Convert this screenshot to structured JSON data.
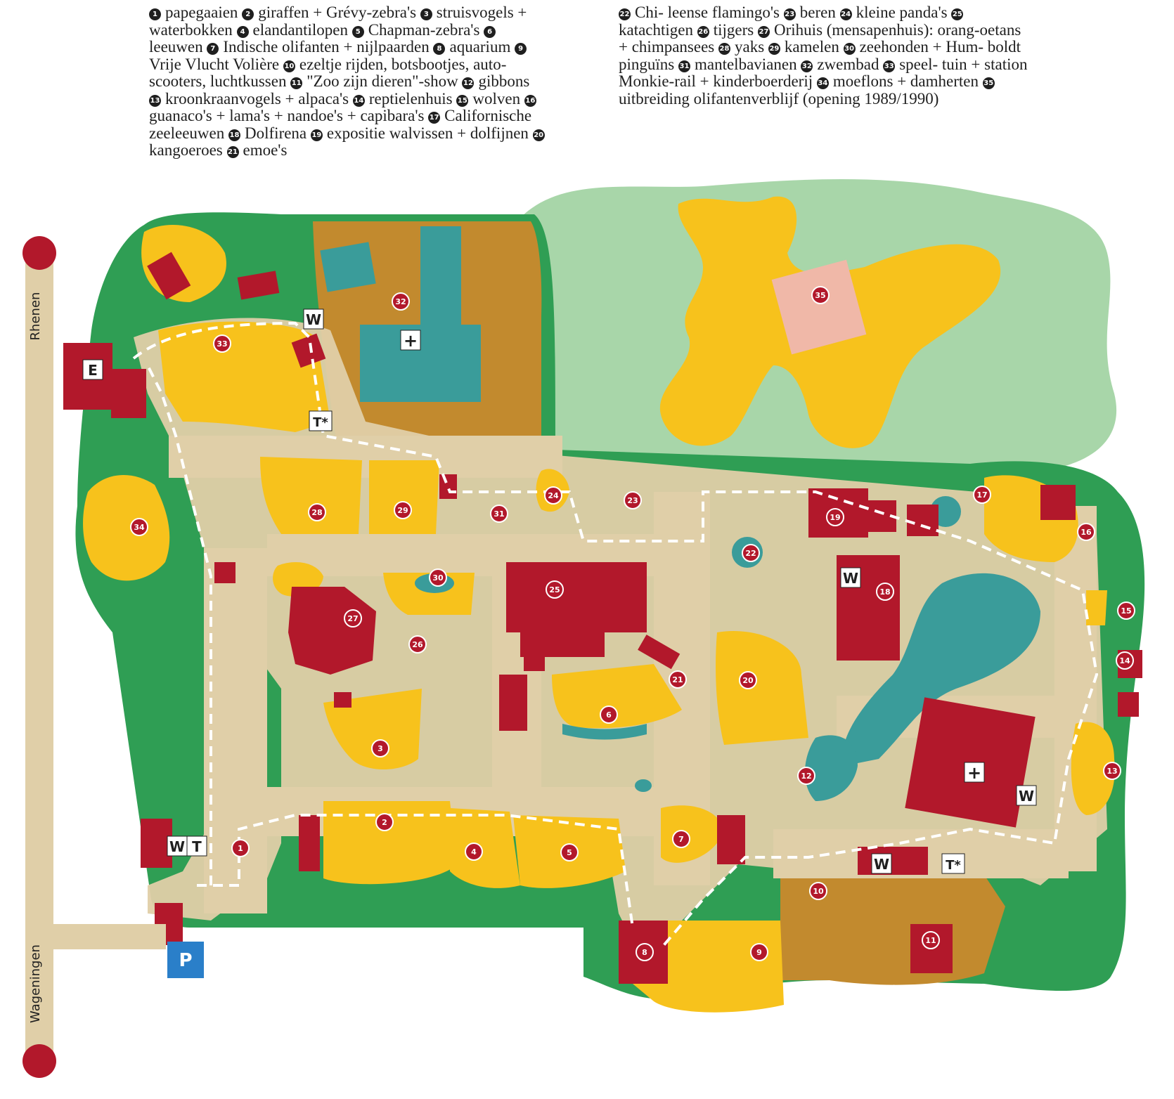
{
  "legend": [
    {
      "n": "1",
      "t": "papegaaien"
    },
    {
      "n": "2",
      "t": "giraffen + Grévy-zebra's"
    },
    {
      "n": "3",
      "t": "struisvogels + waterbokken"
    },
    {
      "n": "4",
      "t": "elandantilopen"
    },
    {
      "n": "5",
      "t": "Chapman-zebra's"
    },
    {
      "n": "6",
      "t": "leeuwen"
    },
    {
      "n": "7",
      "t": "Indische olifanten + nijlpaarden"
    },
    {
      "n": "8",
      "t": "aquarium"
    },
    {
      "n": "9",
      "t": "Vrije Vlucht Volière"
    },
    {
      "n": "10",
      "t": "ezeltje rijden, botsbootjes, auto- scooters, luchtkussen"
    },
    {
      "n": "11",
      "t": "\"Zoo zijn dieren\"-show"
    },
    {
      "n": "12",
      "t": "gibbons"
    },
    {
      "n": "13",
      "t": "kroonkraanvogels + alpaca's"
    },
    {
      "n": "14",
      "t": "reptielenhuis"
    },
    {
      "n": "15",
      "t": "wolven"
    },
    {
      "n": "16",
      "t": "guanaco's + lama's + nandoe's + capibara's"
    },
    {
      "n": "17",
      "t": "Californische zeeleeuwen"
    },
    {
      "n": "18",
      "t": "Dolfirena"
    },
    {
      "n": "19",
      "t": "expositie walvissen + dolfijnen"
    },
    {
      "n": "20",
      "t": "kangoeroes"
    },
    {
      "n": "21",
      "t": "emoe's"
    },
    {
      "n": "22",
      "t": "Chi- leense flamingo's"
    },
    {
      "n": "23",
      "t": "beren"
    },
    {
      "n": "24",
      "t": "kleine panda's"
    },
    {
      "n": "25",
      "t": "katachtigen"
    },
    {
      "n": "26",
      "t": "tijgers"
    },
    {
      "n": "27",
      "t": "Orihuis (mensapenhuis): orang-oetans + chimpansees"
    },
    {
      "n": "28",
      "t": "yaks"
    },
    {
      "n": "29",
      "t": "kamelen"
    },
    {
      "n": "30",
      "t": "zeehonden + Hum- boldt pinguïns"
    },
    {
      "n": "31",
      "t": "mantelbavianen"
    },
    {
      "n": "32",
      "t": "zwembad"
    },
    {
      "n": "33",
      "t": "speel- tuin + station Monkie-rail + kinderboerderij"
    },
    {
      "n": "34",
      "t": "moeflons + damherten"
    },
    {
      "n": "35",
      "t": "uitbreiding olifantenverblijf (opening 1989/1990)"
    }
  ],
  "roads": {
    "north": "Rhenen",
    "south": "Wageningen"
  },
  "facility_letters": {
    "entrance": "E",
    "toilet": "W",
    "telephone_tag": "T",
    "tram": "T*",
    "parking": "P",
    "first_aid": "+"
  },
  "colors": {
    "grass": "#2f9e54",
    "enclosure": "#f7c21c",
    "building": "#b2182b",
    "path": "#e0cfa8",
    "water": "#3a9c9a",
    "expansion": "#a8d6a9",
    "playground": "#c28a2e",
    "site": "#f0b8a8",
    "parking": "#2a7fc9"
  }
}
